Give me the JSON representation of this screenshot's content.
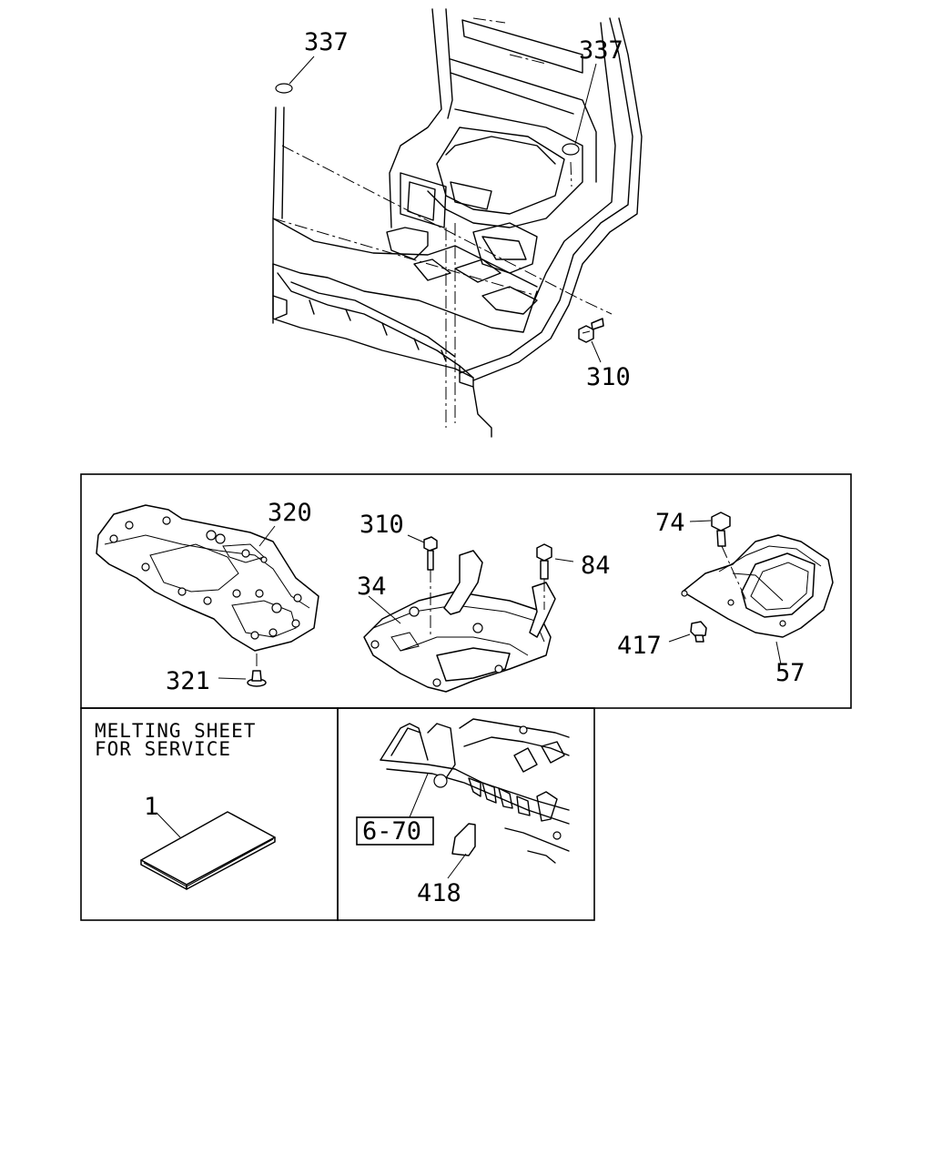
{
  "callouts": {
    "top_left_337": "337",
    "top_right_337": "337",
    "top_310": "310",
    "panel_320": "320",
    "panel_321": "321",
    "panel_310": "310",
    "panel_84": "84",
    "panel_34": "34",
    "panel_74": "74",
    "panel_417": "417",
    "panel_57": "57",
    "sheet_1": "1",
    "ref_6_70": "6-70",
    "part_418": "418"
  },
  "notes": {
    "melting_line1": "MELTING SHEET",
    "melting_line2": "FOR SERVICE"
  }
}
